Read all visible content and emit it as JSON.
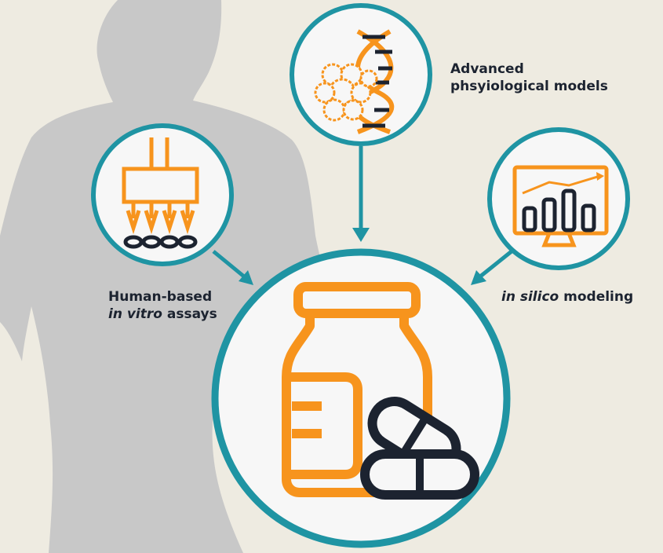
{
  "labels": {
    "top_line1": "Advanced",
    "top_line2": "phsyiological models",
    "left_line1": "Human-based",
    "left_line2_italic": "in vitro",
    "left_line2_rest": " assays",
    "right_italic": "in silico",
    "right_rest": " modeling"
  },
  "colors": {
    "background": "#eeebe1",
    "silhouette": "#c8c8c8",
    "teal": "#1f94a3",
    "orange": "#f7941d",
    "dark": "#1c2330",
    "circle_fill": "#f7f7f7"
  },
  "icons": {
    "top": "dna-cell-cluster-icon",
    "left": "multichannel-pipette-icon",
    "right": "monitor-bar-chart-icon",
    "center": "medicine-bottle-pills-icon"
  }
}
